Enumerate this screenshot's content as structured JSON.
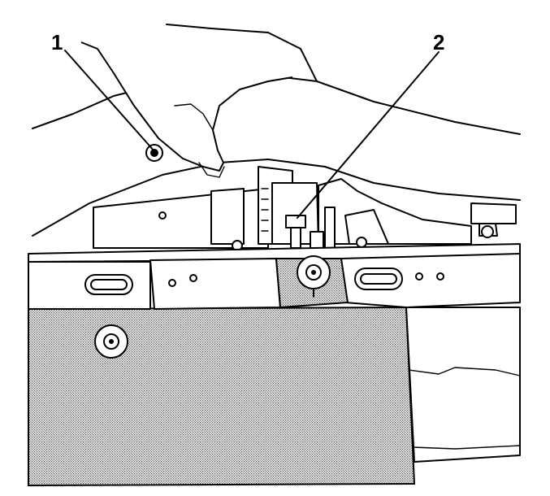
{
  "callouts": [
    {
      "id": "1",
      "label": "1"
    },
    {
      "id": "2",
      "label": "2"
    }
  ],
  "colors": {
    "line": "#000000",
    "background": "#ffffff",
    "stipple": "#9a9a9a"
  }
}
